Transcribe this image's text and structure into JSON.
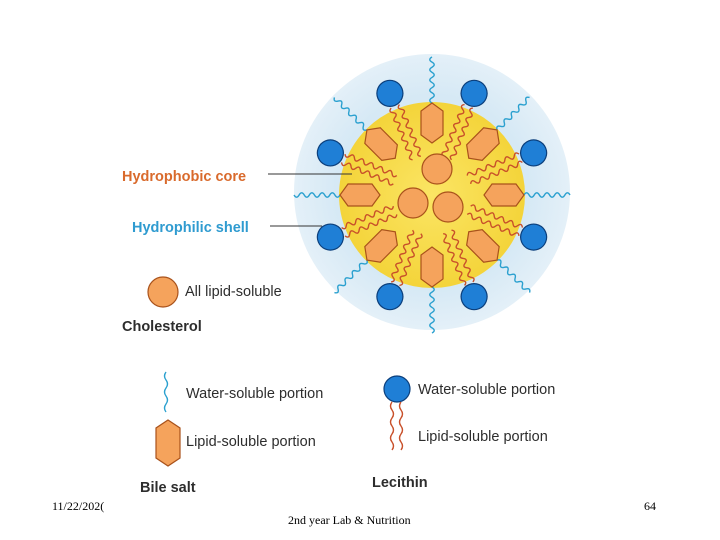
{
  "labels": {
    "hydrophobic_core": "Hydrophobic core",
    "hydrophilic_shell": "Hydrophilic shell",
    "all_lipid_soluble": "All lipid-soluble",
    "cholesterol": "Cholesterol",
    "bile_water_soluble": "Water-soluble portion",
    "bile_lipid_soluble": "Lipid-soluble portion",
    "bile_salt": "Bile salt",
    "lecithin_water_soluble": "Water-soluble portion",
    "lecithin_lipid_soluble": "Lipid-soluble portion",
    "lecithin": "Lecithin"
  },
  "footer": {
    "date": "11/22/202(",
    "title": "2nd year Lab & Nutrition",
    "page": "64"
  },
  "colors": {
    "shell": "#d6e9f5",
    "core": "#f7dc4a",
    "orange_fill": "#f5a35c",
    "orange_stroke": "#a9521b",
    "blue_head": "#1f7fd6",
    "blue_head_stroke": "#0b3f7c",
    "wavy_blue": "#2aa0cf",
    "wavy_red": "#c8502a",
    "hydrophobic_text": "#d96a2c",
    "hydrophilic_text": "#2f9bd0",
    "dark_text": "#2d2d2d"
  }
}
